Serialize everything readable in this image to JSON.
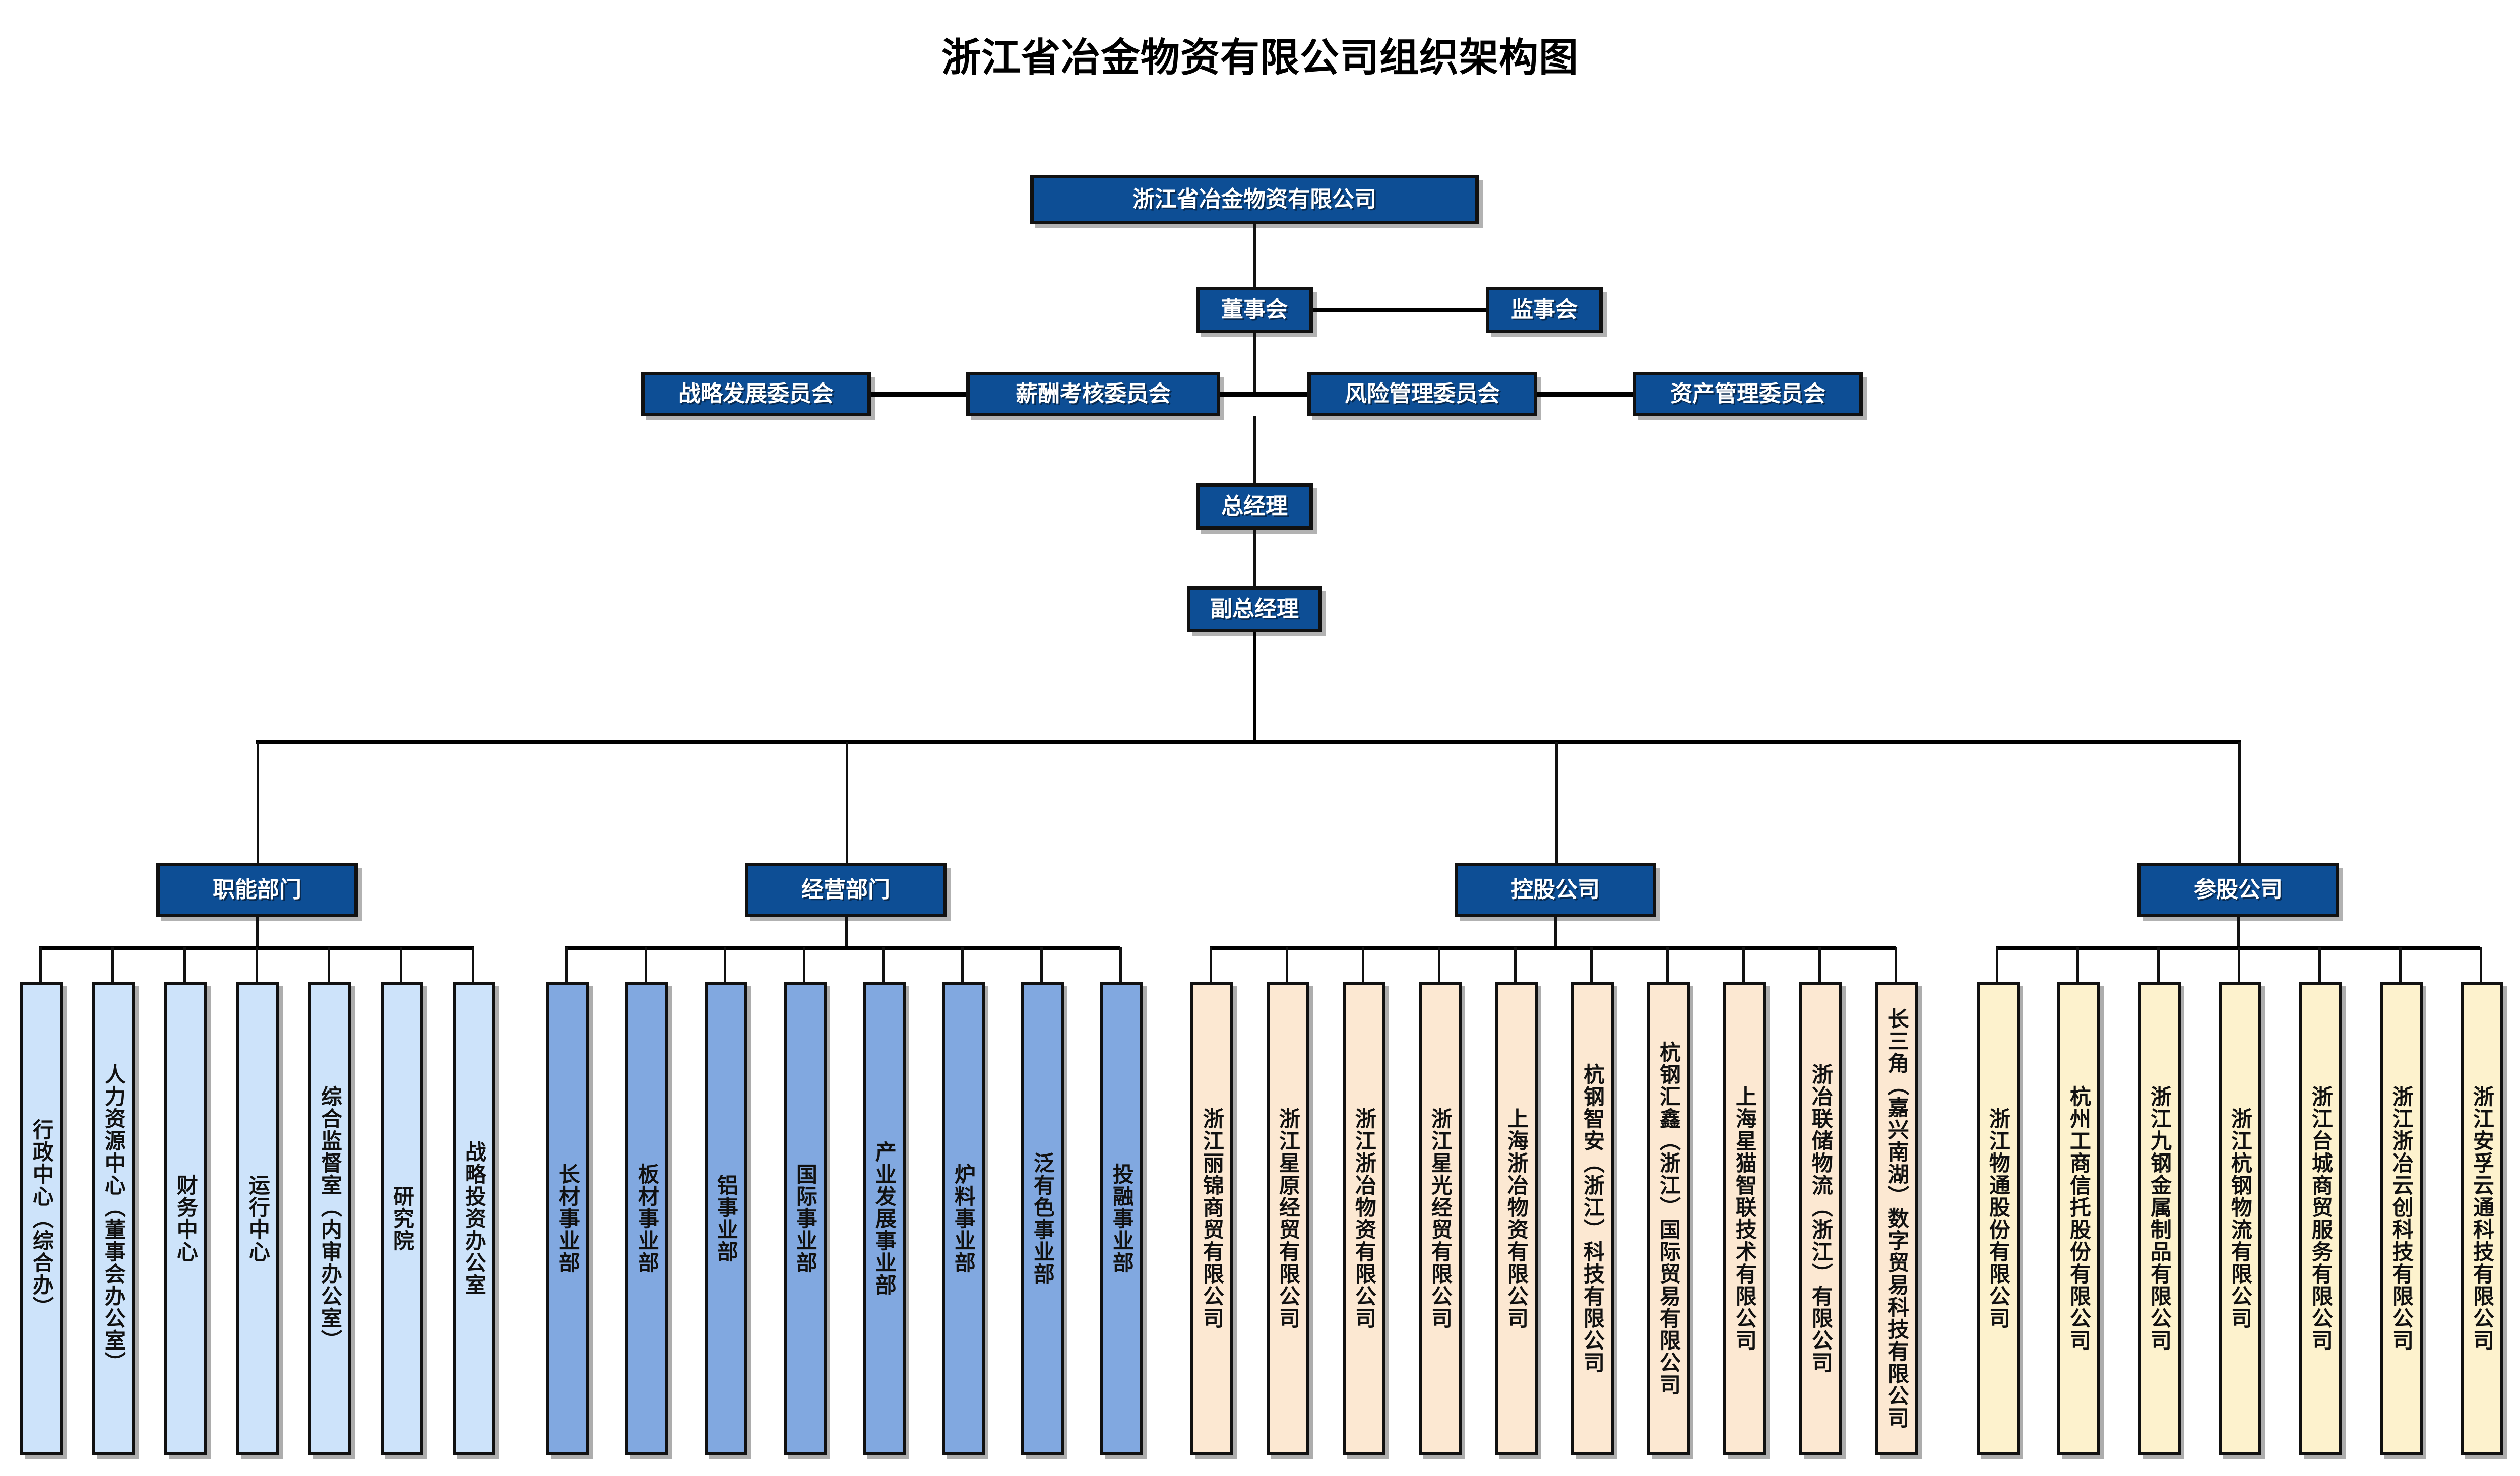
{
  "title": "浙江省冶金物资有限公司组织架构图",
  "colors": {
    "dark_blue": "#0d4e95",
    "func_blue": "#cde3fa",
    "biz_blue": "#81a8e0",
    "hold_peach": "#fce8d2",
    "part_cream": "#fdf2cd",
    "line": "#111111",
    "text_dark": "#111111",
    "text_light": "#ffffff"
  },
  "top": {
    "company": "浙江省冶金物资有限公司",
    "board": "董事会",
    "supervisors": "监事会",
    "general_manager": "总经理",
    "deputy_general_manager": "副总经理"
  },
  "committees": [
    "战略发展委员会",
    "薪酬考核委员会",
    "风险管理委员会",
    "资产管理委员会"
  ],
  "groups": [
    {
      "key": "functional",
      "header": "职能部门",
      "items": [
        "行政中心（综合办）",
        "人力资源中心（董事会办公室）",
        "财务中心",
        "运行中心",
        "综合监督室（内审办公室）",
        "研究院",
        "战略投资办公室"
      ]
    },
    {
      "key": "business",
      "header": "经营部门",
      "items": [
        "长材事业部",
        "板材事业部",
        "铝事业部",
        "国际事业部",
        "产业发展事业部",
        "炉料事业部",
        "泛有色事业部",
        "投融事业部"
      ]
    },
    {
      "key": "holding",
      "header": "控股公司",
      "items": [
        "浙江丽锦商贸有限公司",
        "浙江星原经贸有限公司",
        "浙江浙冶物资有限公司",
        "浙江星光经贸有限公司",
        "上海浙冶物资有限公司",
        "杭钢智安（浙江）科技有限公司",
        "杭钢汇鑫（浙江）国际贸易有限公司",
        "上海星猫智联技术有限公司",
        "浙冶联储物流（浙江）有限公司",
        "长三角（嘉兴南湖）数字贸易科技有限公司"
      ]
    },
    {
      "key": "participation",
      "header": "参股公司",
      "items": [
        "浙江物通股份有限公司",
        "杭州工商信托股份有限公司",
        "浙江九钢金属制品有限公司",
        "浙江杭钢物流有限公司",
        "浙江台城商贸服务有限公司",
        "浙江浙冶云创科技有限公司",
        "浙江安孚云通科技有限公司"
      ]
    }
  ]
}
